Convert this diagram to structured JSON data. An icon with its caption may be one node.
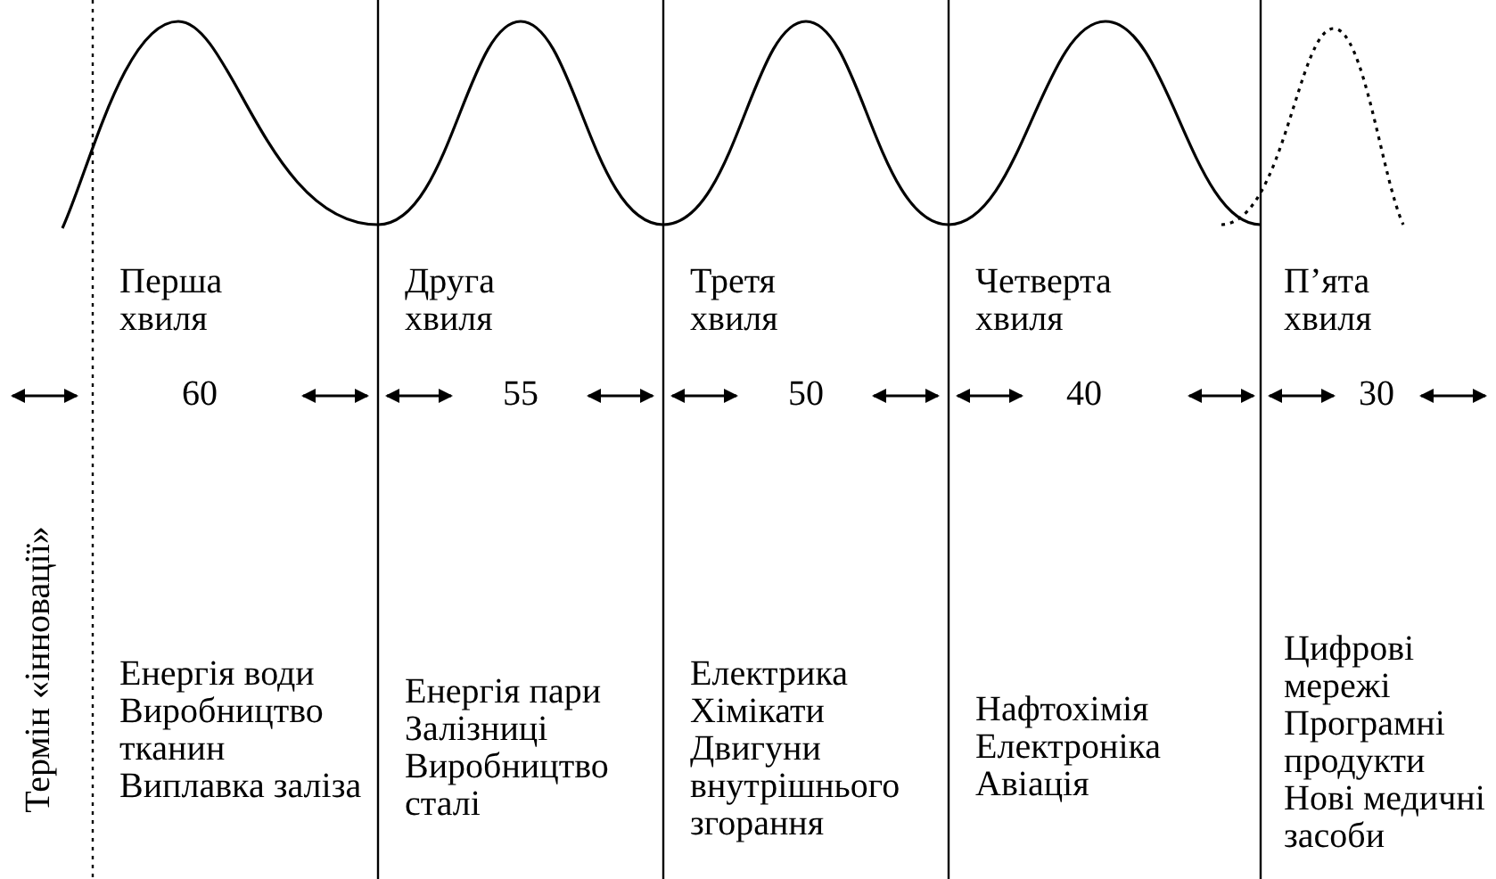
{
  "diagram": {
    "labels": [
      "Термін «інновації»",
      "Перша хвиля",
      "Друга хвиля",
      "Третя хвиля",
      "Четверта хвиля",
      "П’ята хвиля",
      "60",
      "55",
      "50",
      "40",
      "30",
      "Енергія води",
      "Виробництво тканин",
      "Виплавка заліза",
      "Енергія пари",
      "Залізниці",
      "Виробництво сталі",
      "Електрика",
      "Хімікати",
      "Двигуни внутрішнього згорання",
      "Нафтохімія",
      "Електроніка",
      "Авіація",
      "Цифрові мережі",
      "Програмні продукти",
      "Нові медичні засоби"
    ]
  }
}
